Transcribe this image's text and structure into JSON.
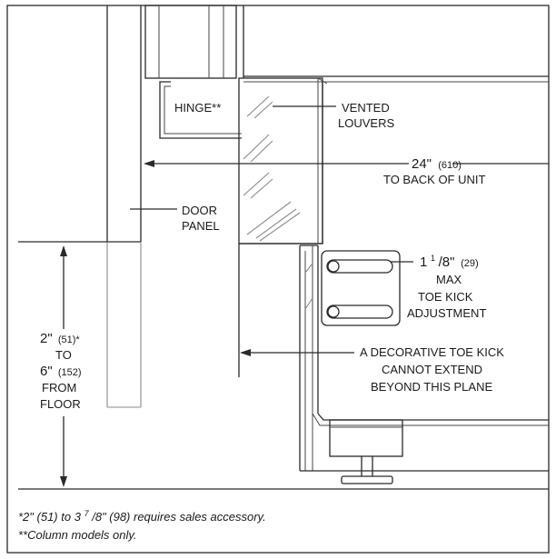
{
  "labels": {
    "hinge": "HINGE**",
    "vented_louvers": [
      "VENTED",
      "LOUVERS"
    ],
    "depth_in": "24\"",
    "depth_mm": "(610)",
    "depth_to": "TO BACK OF UNIT",
    "door_panel": [
      "DOOR",
      "PANEL"
    ],
    "toe_kick_whole": "1",
    "toe_kick_num": "1",
    "toe_kick_den": "/8\"",
    "toe_kick_mm": "(29)",
    "toe_kick_lines": [
      "MAX",
      "TOE KICK",
      "ADJUSTMENT"
    ],
    "height_a_in": "2\"",
    "height_a_mm": "(51)*",
    "height_to": "TO",
    "height_b_in": "6\"",
    "height_b_mm": "(152)",
    "height_from": "FROM",
    "height_floor": "FLOOR",
    "plane_lines": [
      "A DECORATIVE TOE KICK",
      "CANNOT EXTEND",
      "BEYOND THIS PLANE"
    ]
  },
  "footnotes": {
    "f1_a": "*2\" (51) to 3",
    "f1_sup": "7",
    "f1_b": "/8\" (98) requires sales accessory.",
    "f2": "**Column models only."
  }
}
